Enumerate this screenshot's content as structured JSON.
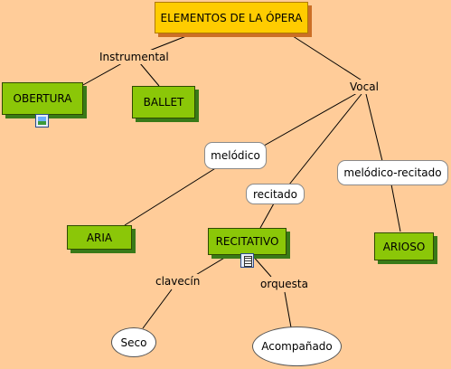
{
  "diagram": {
    "title": "ELEMENTOS DE LA ÓPERA",
    "concepts": {
      "obertura": "OBERTURA",
      "ballet": "BALLET",
      "aria": "ARIA",
      "recitativo": "RECITATIVO",
      "arioso": "ARIOSO",
      "seco": "Seco",
      "acompanado": "Acompañado"
    },
    "links": {
      "instrumental": "Instrumental",
      "vocal": "Vocal",
      "melodico": "melódico",
      "recitado": "recitado",
      "melodico_recitado": "melódico-recitado",
      "clavecin": "clavecín",
      "orquesta": "orquesta"
    },
    "icons": {
      "obertura_resource": "image-resource-icon",
      "recitativo_resource": "document-resource-icon"
    },
    "colors": {
      "background": "#ffcc99",
      "concept_fill": "#8bc708",
      "title_fill": "#ffcc00"
    }
  }
}
